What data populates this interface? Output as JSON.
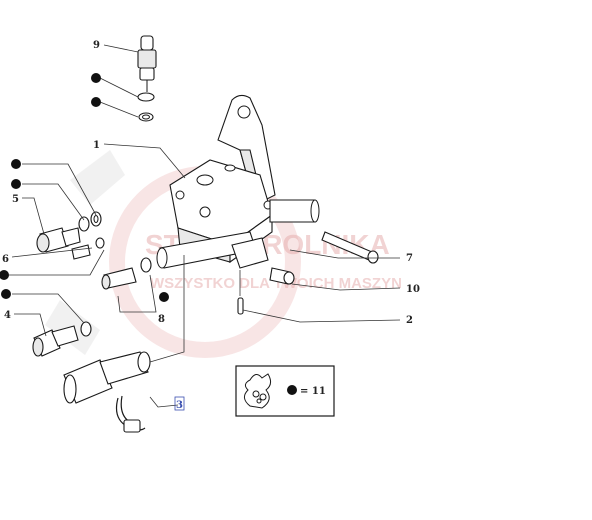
{
  "watermark": {
    "brand": "STREFA ROLNIKA",
    "tagline": "WSZYSTKO DLA TWOICH MASZYN"
  },
  "callouts": {
    "c1": "1",
    "c2": "2",
    "c3": "3",
    "c4": "4",
    "c5": "5",
    "c6": "6",
    "c7": "7",
    "c8": "8",
    "c9": "9",
    "c10": "10"
  },
  "kit_legend": {
    "equals_text": "= 11",
    "icon": "parts-bag-icon",
    "dot_icon": "kit-dot-icon"
  },
  "colors": {
    "line": "#1a1a1a",
    "watermark": "#e7b0b0",
    "selected_label": "#3a4fb0"
  }
}
